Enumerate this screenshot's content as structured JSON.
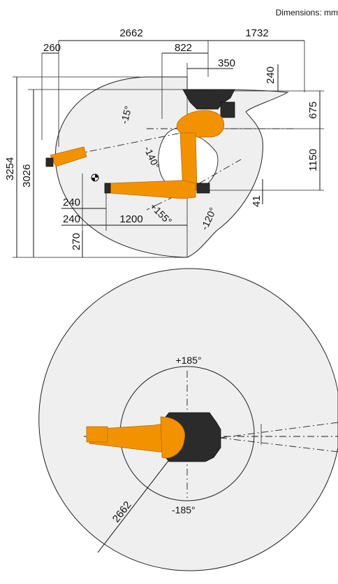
{
  "header": {
    "units_label": "Dimensions: mm"
  },
  "side_view": {
    "dims": {
      "top_total": "2662",
      "top_right": "1732",
      "offset_822": "822",
      "offset_350": "350",
      "left_260": "260",
      "right_240": "240",
      "right_675": "675",
      "right_1150": "1150",
      "right_41": "41",
      "height_3254": "3254",
      "height_3026": "3026",
      "bottom_240a": "240",
      "bottom_240b": "240",
      "bottom_1200": "1200",
      "bottom_270": "270"
    },
    "angles": {
      "a_minus15": "-15°",
      "a_minus140": "-140°",
      "a_plus155": "+155°",
      "a_minus120": "-120°"
    }
  },
  "top_view": {
    "angle_plus": "+185°",
    "angle_minus": "-185°",
    "radius": "2662"
  },
  "colors": {
    "robot": "#f39200",
    "envelope": "#efefef",
    "lines": "#111111"
  }
}
